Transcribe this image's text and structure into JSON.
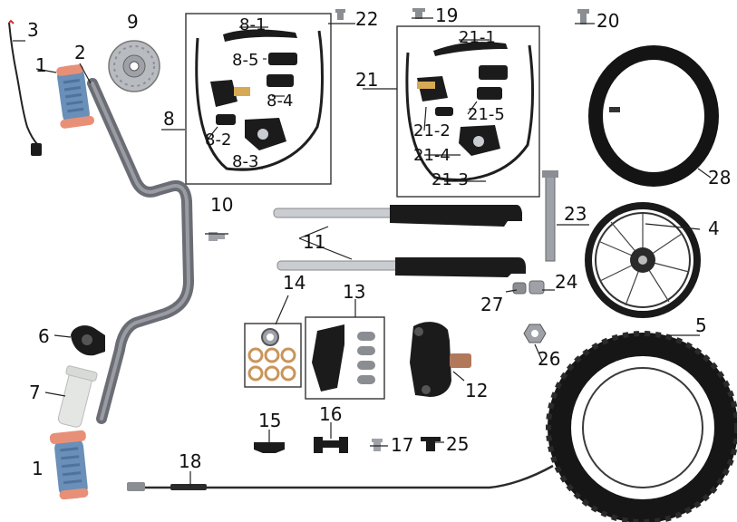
{
  "labels": {
    "l1_top": "1",
    "l1_bottom": "1",
    "l2": "2",
    "l3": "3",
    "l4": "4",
    "l5": "5",
    "l6": "6",
    "l7": "7",
    "l8": "8",
    "l8_1": "8-1",
    "l8_2": "8-2",
    "l8_3": "8-3",
    "l8_4": "8-4",
    "l8_5": "8-5",
    "l9": "9",
    "l10": "10",
    "l11": "11",
    "l12": "12",
    "l13": "13",
    "l14": "14",
    "l15": "15",
    "l16": "16",
    "l17": "17",
    "l18": "18",
    "l19": "19",
    "l20": "20",
    "l21": "21",
    "l21_1": "21-1",
    "l21_2": "21-2",
    "l21_3": "21-3",
    "l21_4": "21-4",
    "l21_5": "21-5",
    "l22": "22",
    "l23": "23",
    "l24": "24",
    "l25": "25",
    "l26": "26",
    "l27": "27",
    "l28": "28"
  }
}
